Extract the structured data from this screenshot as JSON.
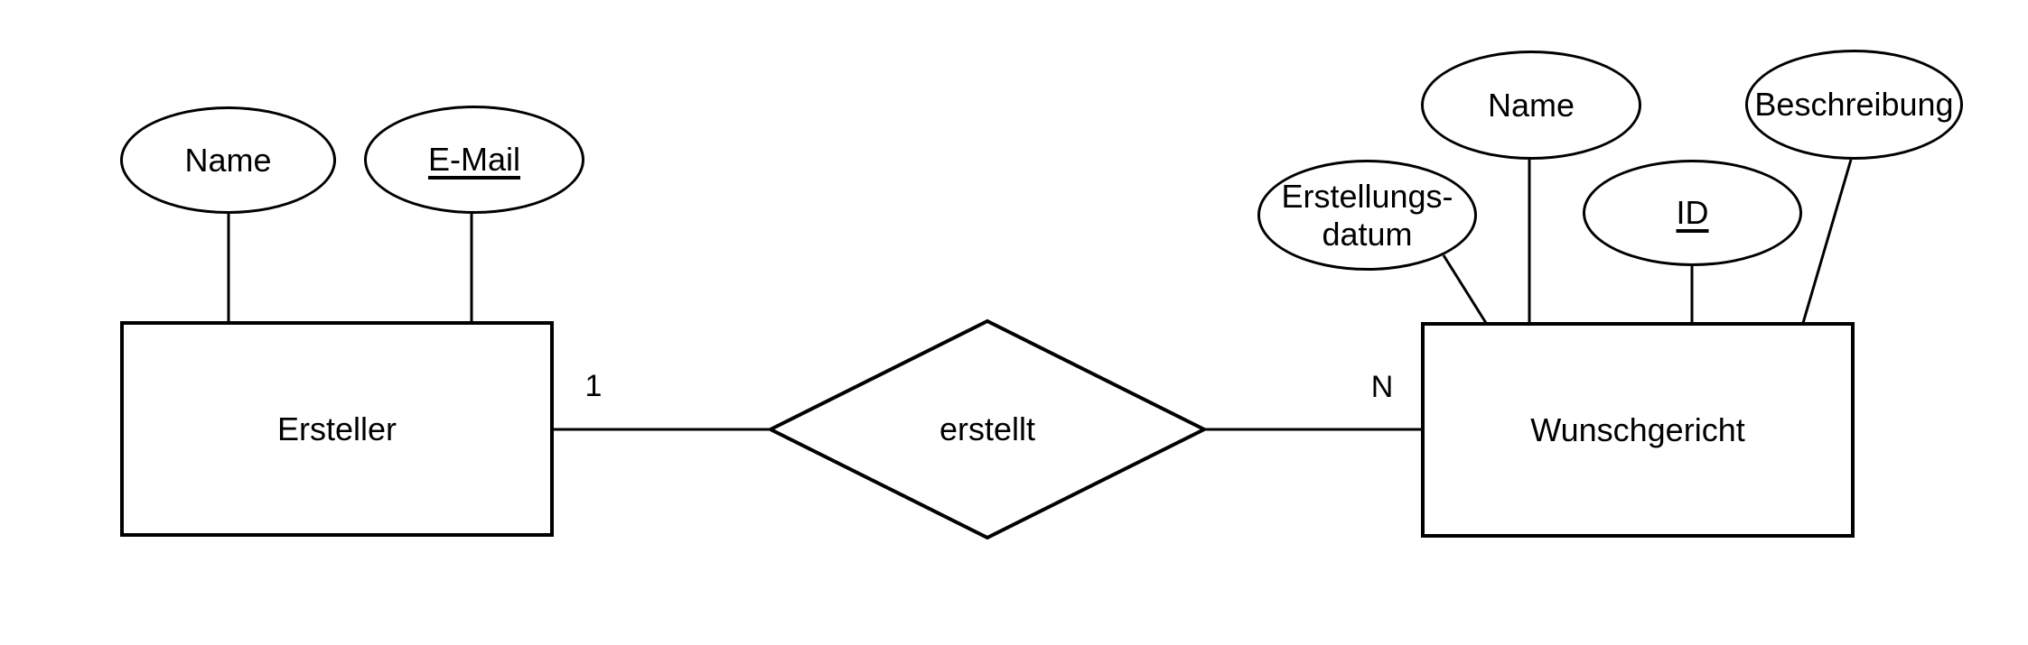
{
  "diagram": {
    "kind": "entity-relationship-diagram",
    "background_color": "#ffffff",
    "stroke_color": "#000000",
    "text_color": "#000000",
    "entities": {
      "ersteller": {
        "label": "Ersteller"
      },
      "wunschgericht": {
        "label": "Wunschgericht"
      }
    },
    "relationship": {
      "label": "erstellt",
      "cardinality_left": "1",
      "cardinality_right": "N"
    },
    "attributes": {
      "ersteller_name": {
        "label": "Name",
        "is_key": false
      },
      "ersteller_email": {
        "label": "E-Mail",
        "is_key": true
      },
      "wunschgericht_erstellungsdatum": {
        "label": "Erstellungs-\ndatum",
        "is_key": false
      },
      "wunschgericht_name": {
        "label": "Name",
        "is_key": false
      },
      "wunschgericht_id": {
        "label": "ID",
        "is_key": true
      },
      "wunschgericht_beschreibung": {
        "label": "Beschreibung",
        "is_key": false
      }
    }
  }
}
